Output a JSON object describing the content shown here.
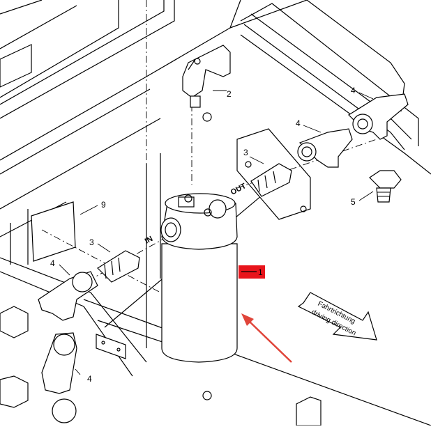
{
  "diagram": {
    "callouts": {
      "filter_housing": "1",
      "mounting_bracket": "2",
      "fitting_out": "3",
      "fitting_in": "3",
      "tee_upper_right": "4",
      "tee_middle_right": "4",
      "tee_left_upper": "4",
      "tee_left_lower": "4",
      "plug": "5",
      "plate": "9"
    },
    "ports": {
      "inlet": "IN",
      "outlet": "OUT"
    },
    "direction_arrow": {
      "line1": "Fahrtrichtung",
      "line2": "driving direction"
    },
    "highlight": {
      "color": "#e8141b",
      "arrow_color": "#e0453a"
    }
  }
}
